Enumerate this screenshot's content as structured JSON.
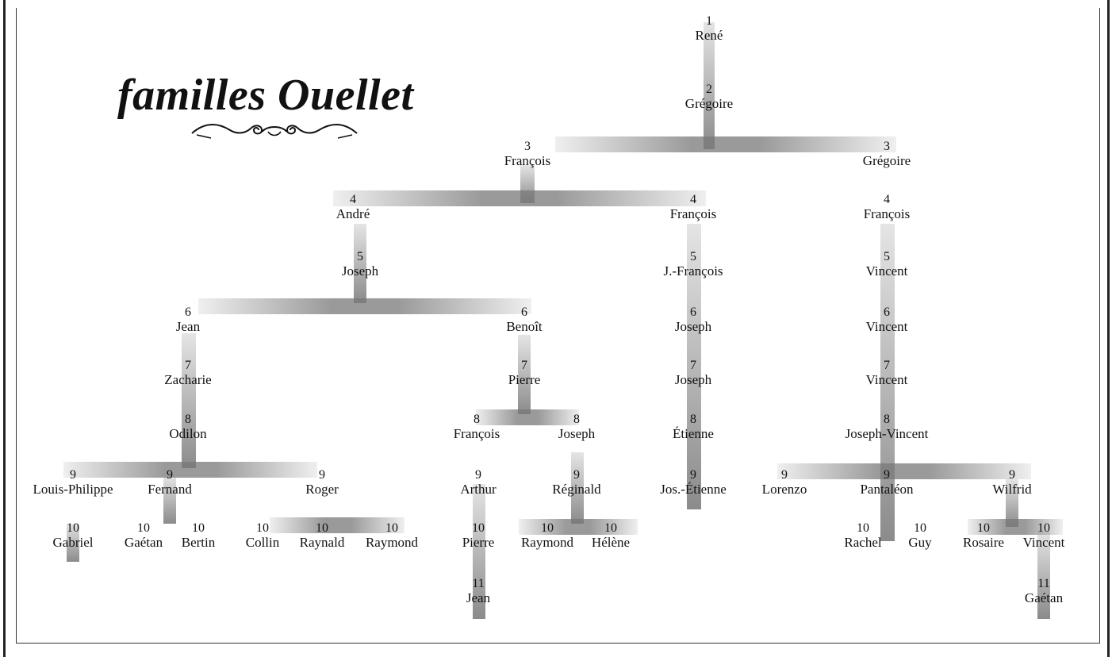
{
  "title": "familles Ouellet",
  "tree": {
    "nodes": [
      {
        "id": "rene",
        "gen": "1",
        "name": "René"
      },
      {
        "id": "gregoire2",
        "gen": "2",
        "name": "Grégoire"
      },
      {
        "id": "francois3",
        "gen": "3",
        "name": "François"
      },
      {
        "id": "gregoire3",
        "gen": "3",
        "name": "Grégoire"
      },
      {
        "id": "andre4",
        "gen": "4",
        "name": "André"
      },
      {
        "id": "francois4a",
        "gen": "4",
        "name": "François"
      },
      {
        "id": "francois4b",
        "gen": "4",
        "name": "François"
      },
      {
        "id": "joseph5",
        "gen": "5",
        "name": "Joseph"
      },
      {
        "id": "jfrancois5",
        "gen": "5",
        "name": "J.-François"
      },
      {
        "id": "vincent5",
        "gen": "5",
        "name": "Vincent"
      },
      {
        "id": "jean6",
        "gen": "6",
        "name": "Jean"
      },
      {
        "id": "benoit6",
        "gen": "6",
        "name": "Benoît"
      },
      {
        "id": "joseph6",
        "gen": "6",
        "name": "Joseph"
      },
      {
        "id": "vincent6",
        "gen": "6",
        "name": "Vincent"
      },
      {
        "id": "zacharie7",
        "gen": "7",
        "name": "Zacharie"
      },
      {
        "id": "pierre7",
        "gen": "7",
        "name": "Pierre"
      },
      {
        "id": "joseph7",
        "gen": "7",
        "name": "Joseph"
      },
      {
        "id": "vincent7",
        "gen": "7",
        "name": "Vincent"
      },
      {
        "id": "odilon8",
        "gen": "8",
        "name": "Odilon"
      },
      {
        "id": "francois8",
        "gen": "8",
        "name": "François"
      },
      {
        "id": "joseph8",
        "gen": "8",
        "name": "Joseph"
      },
      {
        "id": "etienne8",
        "gen": "8",
        "name": "Étienne"
      },
      {
        "id": "josephvincent8",
        "gen": "8",
        "name": "Joseph-Vincent"
      },
      {
        "id": "louisphilippe9",
        "gen": "9",
        "name": "Louis-Philippe"
      },
      {
        "id": "fernand9",
        "gen": "9",
        "name": "Fernand"
      },
      {
        "id": "roger9",
        "gen": "9",
        "name": "Roger"
      },
      {
        "id": "arthur9",
        "gen": "9",
        "name": "Arthur"
      },
      {
        "id": "reginald9",
        "gen": "9",
        "name": "Réginald"
      },
      {
        "id": "josetienne9",
        "gen": "9",
        "name": "Jos.-Étienne"
      },
      {
        "id": "lorenzo9",
        "gen": "9",
        "name": "Lorenzo"
      },
      {
        "id": "pantaleon9",
        "gen": "9",
        "name": "Pantaléon"
      },
      {
        "id": "wilfrid9",
        "gen": "9",
        "name": "Wilfrid"
      },
      {
        "id": "gabriel10",
        "gen": "10",
        "name": "Gabriel"
      },
      {
        "id": "gaetan10",
        "gen": "10",
        "name": "Gaétan"
      },
      {
        "id": "bertin10",
        "gen": "10",
        "name": "Bertin"
      },
      {
        "id": "collin10",
        "gen": "10",
        "name": "Collin"
      },
      {
        "id": "raynald10",
        "gen": "10",
        "name": "Raynald"
      },
      {
        "id": "raymond10a",
        "gen": "10",
        "name": "Raymond"
      },
      {
        "id": "pierre10",
        "gen": "10",
        "name": "Pierre"
      },
      {
        "id": "raymond10b",
        "gen": "10",
        "name": "Raymond"
      },
      {
        "id": "helene10",
        "gen": "10",
        "name": "Hélène"
      },
      {
        "id": "rachel10",
        "gen": "10",
        "name": "Rachel"
      },
      {
        "id": "guy10",
        "gen": "10",
        "name": "Guy"
      },
      {
        "id": "rosaire10",
        "gen": "10",
        "name": "Rosaire"
      },
      {
        "id": "vincent10",
        "gen": "10",
        "name": "Vincent"
      },
      {
        "id": "jean11",
        "gen": "11",
        "name": "Jean"
      },
      {
        "id": "gaetan11",
        "gen": "11",
        "name": "Gaétan"
      }
    ]
  }
}
